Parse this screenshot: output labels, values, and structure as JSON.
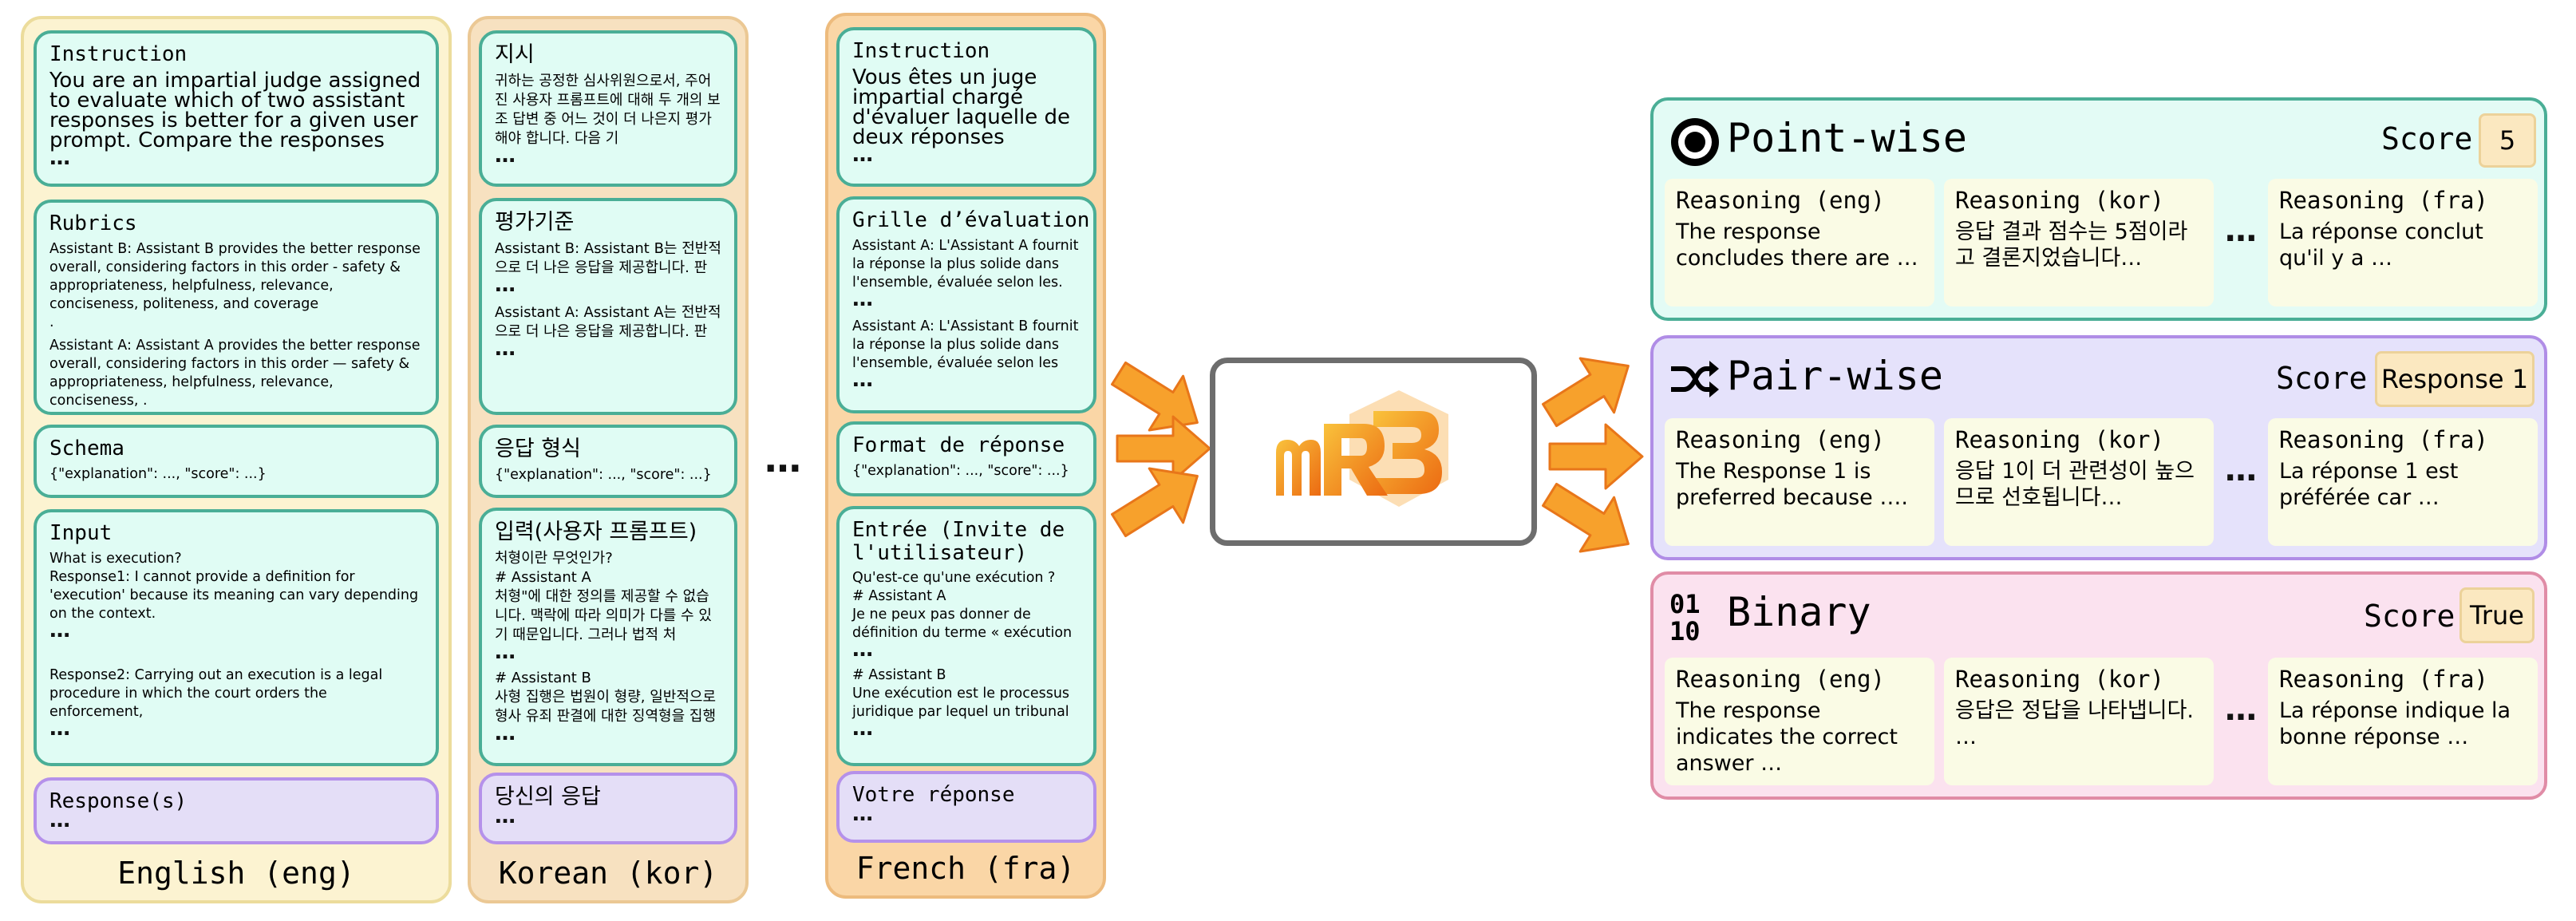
{
  "ellipsis": "…",
  "columns": {
    "english": {
      "title": "English (eng)",
      "instruction": {
        "label": "Instruction",
        "text": "You are an impartial judge assigned to evaluate which of two assistant responses is better for a given user prompt. Compare the responses"
      },
      "rubrics": {
        "label": "Rubrics",
        "text1": "Assistant B: Assistant B provides the better response overall, considering factors in this order  - safety & appropriateness, helpfulness, relevance, conciseness, politeness, and coverage\n.",
        "text2": "Assistant A: Assistant A provides the better response overall, considering factors in this order — safety & appropriateness, helpfulness, relevance, conciseness, ."
      },
      "schema": {
        "label": "Schema",
        "text": "{\"explanation\": ..., \"score\": ...}"
      },
      "input": {
        "label": "Input",
        "text1": "What is execution?\nResponse1: I cannot provide a definition for 'execution' because its meaning can vary depending on the context.",
        "text2": "Response2: Carrying out an execution is a legal procedure in which the court orders the enforcement,"
      },
      "response": {
        "label": "Response(s)"
      }
    },
    "korean": {
      "title": "Korean (kor)",
      "instruction": {
        "label": "지시",
        "text": "귀하는 공정한 심사위원으로서, 주어진 사용자 프롬프트에 대해 두 개의 보조 답변 중 어느 것이 더 나은지 평가해야 합니다. 다음 기"
      },
      "rubrics": {
        "label": "평가기준",
        "text1": "Assistant B: Assistant B는 전반적으로 더 나은 응답을 제공합니다. 판",
        "text2": "Assistant A: Assistant A는 전반적으로 더 나은 응답을 제공합니다. 판"
      },
      "schema": {
        "label": "응답 형식",
        "text": "{\"explanation\": ..., \"score\": ...}"
      },
      "input": {
        "label": "입력(사용자 프롬프트)",
        "text1": "처형이란 무엇인가?\n# Assistant A\n처형\"에 대한 정의를 제공할 수 없습니다. 맥락에 따라 의미가 다를 수 있기 때문입니다. 그러나 법적 처",
        "text2": "# Assistant B\n사형 집행은 법원이 형량, 일반적으로 형사 유죄 판결에 대한 징역형을 집행"
      },
      "response": {
        "label": "당신의 응답"
      }
    },
    "french": {
      "title": "French (fra)",
      "instruction": {
        "label": "Instruction",
        "text": "Vous êtes un juge impartial chargé d'évaluer laquelle de deux réponses"
      },
      "rubrics": {
        "label": "Grille d’évaluation",
        "text1": "Assistant A: L'Assistant A fournit la réponse la plus solide dans l'ensemble, évaluée selon les.",
        "text2": "Assistant A: L'Assistant B fournit la réponse la plus solide dans l'ensemble, évaluée selon les"
      },
      "schema": {
        "label": "Format de réponse",
        "text": "{\"explanation\": ..., \"score\": ...}"
      },
      "input": {
        "label": "Entrée (Invite de l'utilisateur)",
        "text1": "Qu'est-ce qu'une exécution ?\n# Assistant A\nJe ne peux pas donner de définition du terme « exécution",
        "text2": "# Assistant B\nUne exécution est le processus juridique par lequel un tribunal"
      },
      "response": {
        "label": "Votre réponse"
      }
    }
  },
  "model": {
    "logo_text": "mR3"
  },
  "outputs": {
    "score_label": "Score",
    "pointwise": {
      "title": "Point-wise",
      "score": "5",
      "reasoning": [
        {
          "label": "Reasoning (eng)",
          "text": "The response concludes there are …"
        },
        {
          "label": "Reasoning (kor)",
          "text": "응답 결과 점수는 5점이라고 결론지었습니다…"
        },
        {
          "label": "Reasoning (fra)",
          "text": "La réponse conclut qu'il y a …"
        }
      ]
    },
    "pairwise": {
      "title": "Pair-wise",
      "score": "Response 1",
      "reasoning": [
        {
          "label": "Reasoning (eng)",
          "text": "The Response 1 is preferred because …."
        },
        {
          "label": "Reasoning (kor)",
          "text": "응답 1이 더 관련성이 높으므로 선호됩니다…"
        },
        {
          "label": "Reasoning (fra)",
          "text": "La réponse 1 est préférée car …"
        }
      ]
    },
    "binary": {
      "title": "Binary",
      "score": "True",
      "reasoning": [
        {
          "label": "Reasoning (eng)",
          "text": "The response indicates the correct answer …"
        },
        {
          "label": "Reasoning (kor)",
          "text": "응답은 정답을 나타냅니다. …"
        },
        {
          "label": "Reasoning (fra)",
          "text": "La réponse indique la bonne réponse …"
        }
      ]
    }
  },
  "icons": {
    "pointwise": "target-icon",
    "pairwise": "shuffle-arrows-icon",
    "binary": "binary-digits-icon",
    "flow": "arrow-icon"
  },
  "colors": {
    "prompt_box": "#e0fcf4",
    "prompt_border": "#4aae96",
    "response_box": "#e4def7",
    "arrow": "#f7a12c",
    "logo_orange": "#f28a1e"
  }
}
